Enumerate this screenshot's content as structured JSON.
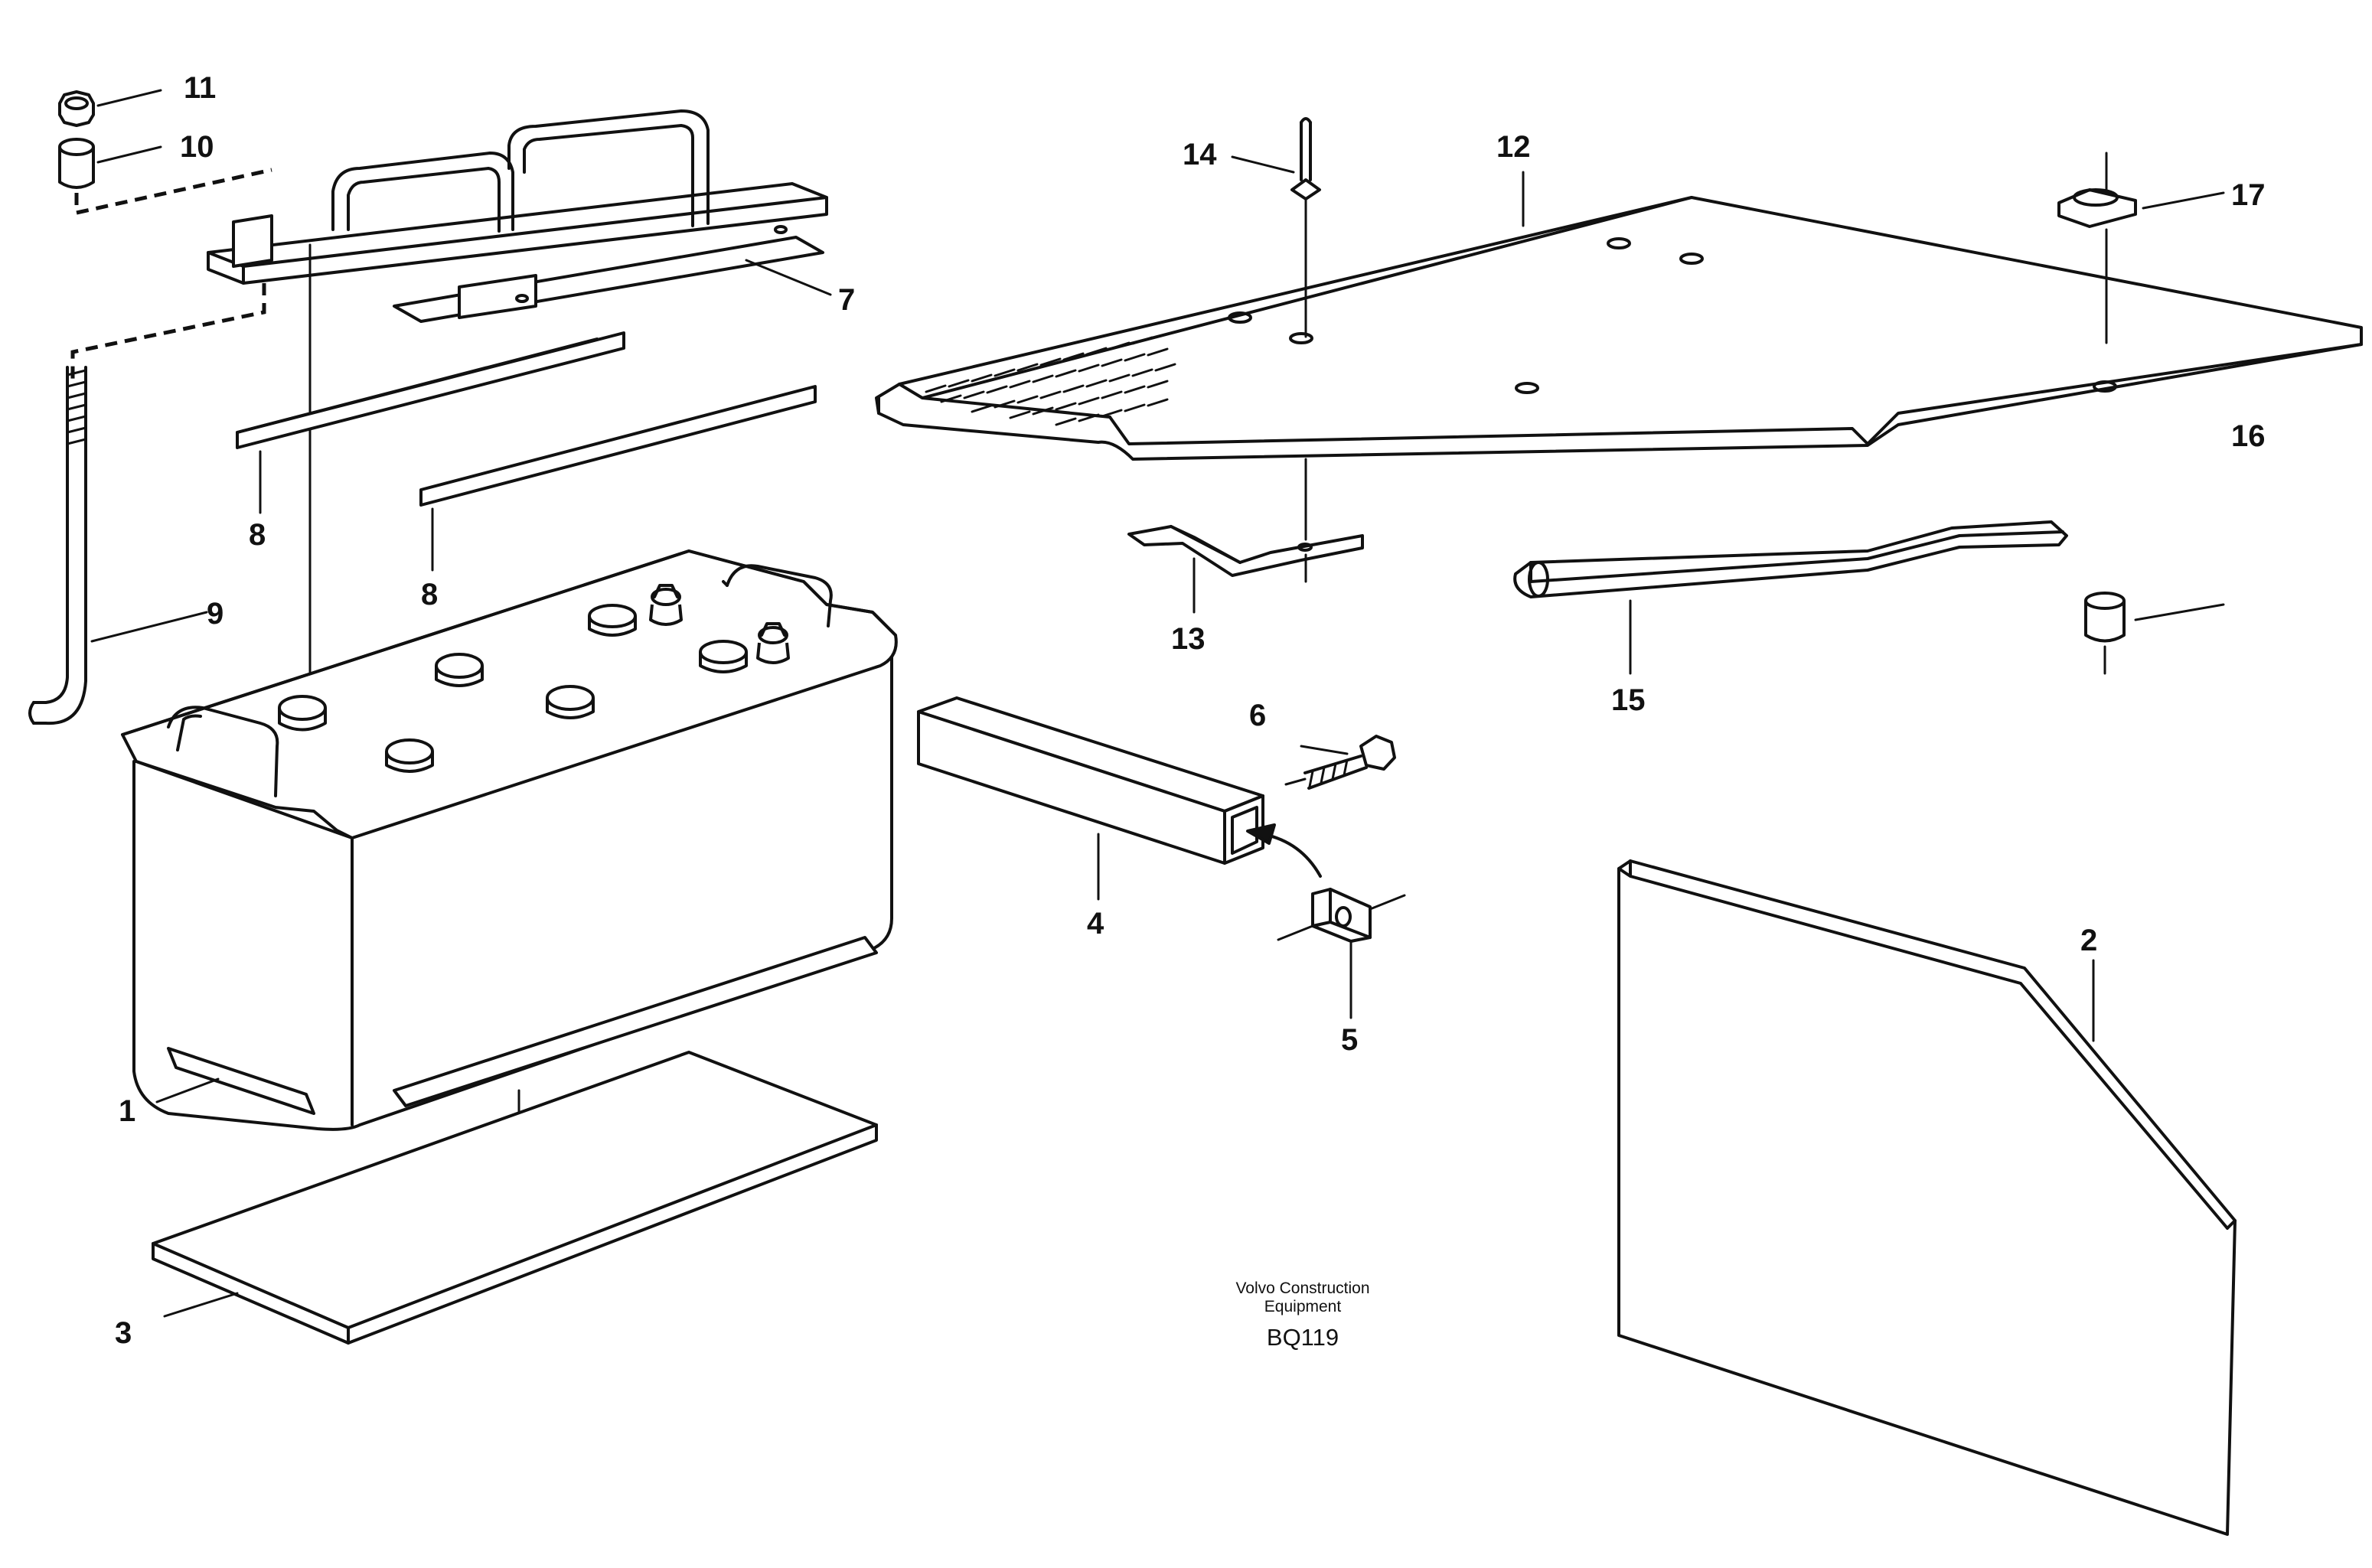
{
  "callouts": {
    "c1": "1",
    "c2": "2",
    "c3": "3",
    "c4": "4",
    "c5": "5",
    "c6": "6",
    "c7": "7",
    "c8a": "8",
    "c8b": "8",
    "c9": "9",
    "c10": "10",
    "c11": "11",
    "c12": "12",
    "c13": "13",
    "c14": "14",
    "c15": "15",
    "c16": "16",
    "c17": "17"
  },
  "caption": {
    "line1": "Volvo Construction",
    "line2": "Equipment",
    "code": "BQ119"
  }
}
